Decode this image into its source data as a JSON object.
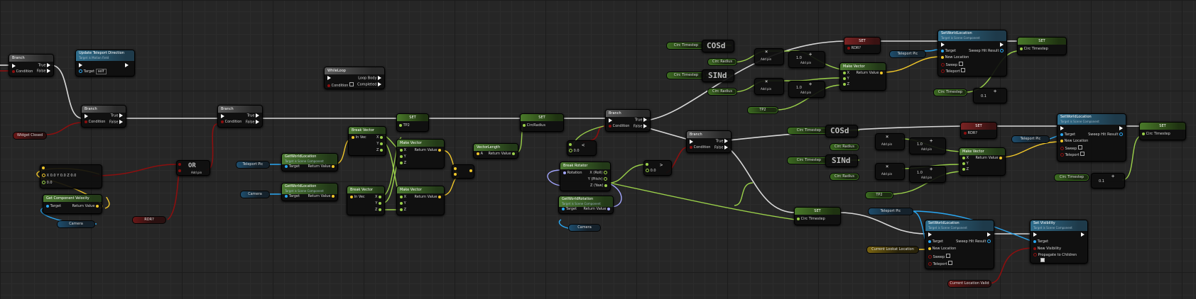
{
  "nodes": {
    "branch1": {
      "title": "Branch",
      "true": "True",
      "false": "False",
      "condition": "Condition"
    },
    "update_teleport": {
      "title": "Update Teleport Direction",
      "subtitle": "Target is Motion Field",
      "target": "Target",
      "self": "self"
    },
    "branch2": {
      "title": "Branch",
      "true": "True",
      "false": "False",
      "condition": "Condition"
    },
    "branch3": {
      "title": "Branch",
      "true": "True",
      "false": "False",
      "condition": "Condition"
    },
    "while_loop": {
      "title": "WhileLoop",
      "loop_body": "Loop Body",
      "condition": "Condition",
      "completed": "Completed"
    },
    "widget_closed": "Widget Closed",
    "make_vec_lit": {
      "x": "0.0",
      "y": "0.0",
      "z": "0.0",
      "extra": "0.0",
      "link": "0.0"
    },
    "get_component_velocity": {
      "title": "Get Component Velocity",
      "target": "Target",
      "return": "Return Value"
    },
    "camera1": "Camera",
    "rdr1": "RDR?",
    "or_node": {
      "title": "OR",
      "add_pin": "Add pin"
    },
    "teleport_pic1": "Teleport Pic",
    "get_world_loc1": {
      "title": "GetWorldLocation",
      "subtitle": "Target is Scene Component",
      "target": "Target",
      "return": "Return Value"
    },
    "camera2": "Camera",
    "get_world_loc2": {
      "title": "GetWorldLocation",
      "subtitle": "Target is Scene Component",
      "target": "Target",
      "return": "Return Value"
    },
    "break_vector1": {
      "title": "Break Vector",
      "in_vec": "In Vec",
      "x": "X",
      "y": "Y",
      "z": "Z"
    },
    "break_vector2": {
      "title": "Break Vector",
      "in_vec": "In Vec",
      "x": "X",
      "y": "Y",
      "z": "Z"
    },
    "set_tp2": {
      "title": "SET",
      "var": "TP2"
    },
    "make_vector1": {
      "title": "Make Vector",
      "x": "X",
      "y": "Y",
      "z": "Z",
      "return": "Return Value"
    },
    "make_vector2": {
      "title": "Make Vector",
      "x": "X",
      "y": "Y",
      "z": "Z",
      "return": "Return Value"
    },
    "vector_length": {
      "title": "VectorLength",
      "a": "A",
      "return": "Return Value"
    },
    "set_circ_radius": {
      "title": "SET",
      "var": "CircRadius"
    },
    "branch4": {
      "title": "Branch",
      "true": "True",
      "false": "False",
      "condition": "Condition"
    },
    "branch5": {
      "title": "Branch",
      "true": "True",
      "false": "False",
      "condition": "Condition"
    },
    "break_rotator": {
      "title": "Break Rotator",
      "rotation": "Rotation",
      "x": "X (Roll)",
      "y": "Y (Pitch)",
      "z": "Z (Yaw)"
    },
    "get_world_rotation": {
      "title": "GetWorldRotation",
      "subtitle": "Target is Scene Component",
      "target": "Target",
      "return": "Return Value"
    },
    "camera3": "Camera",
    "less_literal": "0.0",
    "greater_literal": "0.0",
    "top_circ_timestep1": "Circ Timestep",
    "top_circ_timestep2": "Circ Timestep",
    "top_cos": "COSd",
    "top_sin": "SINd",
    "top_circ_radius1": "Circ Radius",
    "top_circ_radius2": "Circ Radius",
    "add_pin": "Add pin",
    "top_set_rdr": {
      "title": "SET",
      "var": "RDR?"
    },
    "teleport_pic_top": "Teleport Pic",
    "top_make_vector": {
      "title": "Make Vector",
      "x": "X",
      "y": "Y",
      "z": "Z",
      "return": "Return Value"
    },
    "top_tp2": "TP2",
    "top_set_world_loc": {
      "title": "SetWorldLocation",
      "subtitle": "Target is Scene Component",
      "target": "Target",
      "new_location": "New Location",
      "sweep": "Sweep",
      "teleport": "Teleport",
      "sweep_hit": "Sweep Hit Result"
    },
    "top_set_circ": {
      "title": "SET",
      "var": "Circ Timestep"
    },
    "top_circ_timestep3": "Circ Timestep",
    "top_inc": "0.1",
    "mid_circ_timestep1": "Circ Timestep",
    "mid_circ_timestep2": "Circ Timestep",
    "mid_cos": "COSd",
    "mid_sin": "SINd",
    "mid_circ_radius1": "Circ Radius",
    "mid_circ_radius2": "Circ Radius",
    "mid_set_rdr": {
      "title": "SET",
      "var": "RDR?"
    },
    "teleport_pic_mid": "Teleport Pic",
    "mid_make_vector": {
      "title": "Make Vector",
      "x": "X",
      "y": "Y",
      "z": "Z",
      "return": "Return Value"
    },
    "mid_tp2": "TP2",
    "mid_set_world_loc": {
      "title": "SetWorldLocation",
      "subtitle": "Target is Scene Component",
      "target": "Target",
      "new_location": "New Location",
      "sweep": "Sweep",
      "teleport": "Teleport",
      "sweep_hit": "Sweep Hit Result"
    },
    "mid_set_circ": {
      "title": "SET",
      "var": "Circ Timestep"
    },
    "mid_circ_timestep3": "Circ Timestep",
    "mid_inc": "0.1",
    "bottom_set_circ": {
      "title": "SET",
      "var": "Circ Timestep"
    },
    "teleport_pic_bottom": "Teleport Pic",
    "bottom_set_world_loc": {
      "title": "SetWorldLocation",
      "subtitle": "Target is Scene Component",
      "target": "Target",
      "new_location": "New Location",
      "sweep": "Sweep",
      "teleport": "Teleport",
      "sweep_hit": "Sweep Hit Result"
    },
    "current_lookat": "Current Lookat Location",
    "set_visibility": {
      "title": "Set Visibility",
      "subtitle": "Target is Scene Component",
      "target": "Target",
      "new_visibility": "New Visibility",
      "propagate": "Propagate to Children"
    },
    "current_location_valid": "Current Location Valid",
    "lit_10": "1.0"
  },
  "colors": {
    "exec": "#ffffff",
    "bool": "#8c0f0f",
    "float": "#9bd14a",
    "vector": "#f2c82a",
    "object": "#2aa7f2",
    "rotator": "#a3a6ff"
  }
}
